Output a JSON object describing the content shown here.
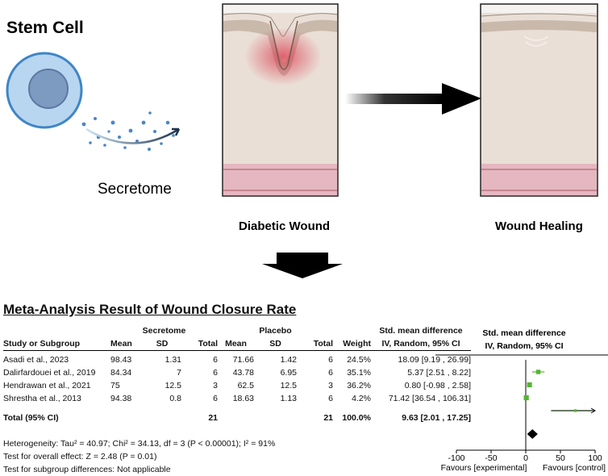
{
  "diagram": {
    "stem_cell_label": "Stem Cell",
    "secretome_label": "Secretome",
    "panel_left_label": "Diabetic Wound",
    "panel_right_label": "Wound Healing"
  },
  "meta_analysis": {
    "title": "Meta-Analysis Result of Wound Closure Rate",
    "group1": "Secretome",
    "group2": "Placebo",
    "effect_header_1": "Std. mean difference",
    "effect_header_2": "IV, Random, 95% CI",
    "forest_header_1": "Std. mean difference",
    "forest_header_2": "IV, Random, 95% CI",
    "col_study": "Study or Subgroup",
    "col_mean": "Mean",
    "col_sd": "SD",
    "col_total": "Total",
    "col_weight": "Weight",
    "studies": [
      {
        "name": "Asadi et al., 2023",
        "m1": "98.43",
        "sd1": "1.31",
        "n1": "6",
        "m2": "71.66",
        "sd2": "1.42",
        "n2": "6",
        "weight": "24.5%",
        "ci": "18.09 [9.19 , 26.99]"
      },
      {
        "name": "Dalirfardouei et al., 2019",
        "m1": "84.34",
        "sd1": "7",
        "n1": "6",
        "m2": "43.78",
        "sd2": "6.95",
        "n2": "6",
        "weight": "35.1%",
        "ci": "5.37 [2.51 , 8.22]"
      },
      {
        "name": "Hendrawan et al., 2021",
        "m1": "75",
        "sd1": "12.5",
        "n1": "3",
        "m2": "62.5",
        "sd2": "12.5",
        "n2": "3",
        "weight": "36.2%",
        "ci": "0.80 [-0.98 , 2.58]"
      },
      {
        "name": "Shrestha et al., 2013",
        "m1": "94.38",
        "sd1": "0.8",
        "n1": "6",
        "m2": "18.63",
        "sd2": "1.13",
        "n2": "6",
        "weight": "4.2%",
        "ci": "71.42 [36.54 , 106.31]"
      }
    ],
    "total": {
      "name": "Total (95% CI)",
      "n1": "21",
      "n2": "21",
      "weight": "100.0%",
      "ci": "9.63 [2.01 , 17.25]"
    },
    "heterogeneity": "Heterogeneity: Tau² = 40.97; Chi² = 34.13, df = 3 (P < 0.00001); I² = 91%",
    "overall_effect": "Test for overall effect: Z = 2.48 (P = 0.01)",
    "subgroup_test": "Test for subgroup differences: Not applicable",
    "favours_left": "Favours [experimental]",
    "favours_right": "Favours [control]"
  },
  "chart_data": {
    "type": "scatter",
    "title": "",
    "xlabel": "",
    "ylabel": "",
    "xlim": [
      -100,
      100
    ],
    "x_ticks": [
      "-100",
      "-50",
      "0",
      "50",
      "100"
    ],
    "grid": false,
    "studies": [
      {
        "name": "Asadi et al., 2023",
        "est": 18.09,
        "lo": 9.19,
        "hi": 26.99,
        "weight": 24.5
      },
      {
        "name": "Dalirfardouei et al., 2019",
        "est": 5.37,
        "lo": 2.51,
        "hi": 8.22,
        "weight": 35.1
      },
      {
        "name": "Hendrawan et al., 2021",
        "est": 0.8,
        "lo": -0.98,
        "hi": 2.58,
        "weight": 36.2
      },
      {
        "name": "Shrestha et al., 2013",
        "est": 71.42,
        "lo": 36.54,
        "hi": 106.31,
        "weight": 4.2
      }
    ],
    "total": {
      "est": 9.63,
      "lo": 2.01,
      "hi": 17.25
    },
    "colors": {
      "study_marker": "#55b531",
      "total_marker": "#000000"
    }
  }
}
